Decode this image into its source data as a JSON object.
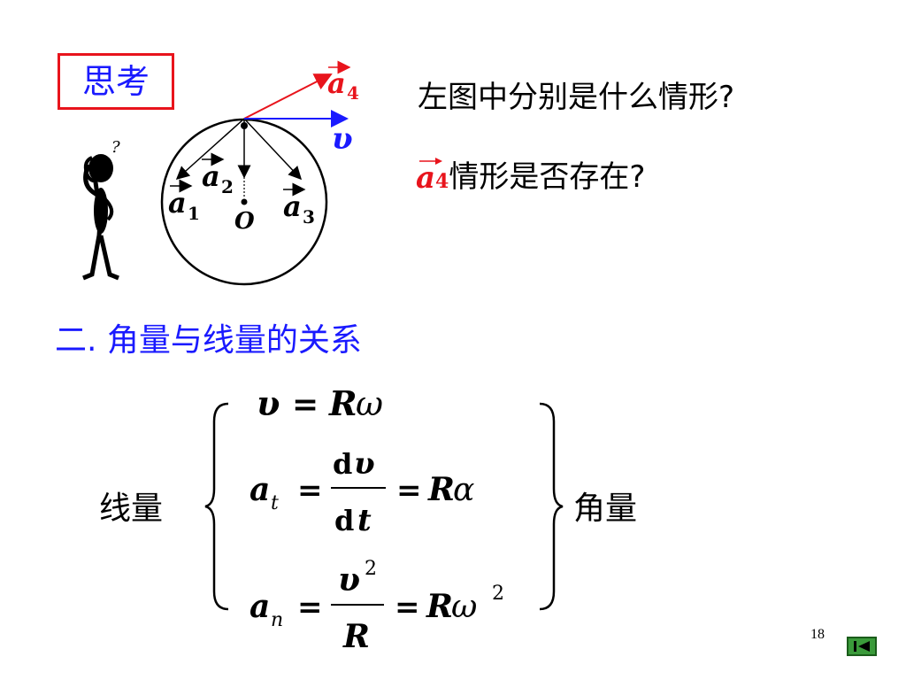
{
  "think_label": "思考",
  "question1": "左图中分别是什么情形?",
  "question2_tail": "情形是否存在?",
  "question2_symbol": "a",
  "question2_sub": "4",
  "section_title": "二. 角量与线量的关系",
  "left_label": "线量",
  "right_label": "角量",
  "page_number": "18",
  "diagram": {
    "origin_label": "O",
    "v_label": "υ",
    "a_symbol": "a",
    "a_subs": [
      "1",
      "2",
      "3",
      "4"
    ],
    "question_mark": "?"
  },
  "equations": {
    "eq1": {
      "lhs": "υ",
      "eq": "=",
      "rhs_R": "R",
      "rhs_sym": "ω"
    },
    "eq2": {
      "lhs": "a",
      "lhs_sub": "t",
      "eq": "=",
      "num_d": "d",
      "num_var": "υ",
      "den_d": "d",
      "den_var": "t",
      "eq2": "=",
      "rhs_R": "R",
      "rhs_sym": "α"
    },
    "eq3": {
      "lhs": "a",
      "lhs_sub": "n",
      "eq": "=",
      "num_var": "υ",
      "num_exp": "2",
      "den_var": "R",
      "eq2": "=",
      "rhs_R": "R",
      "rhs_sym": "ω",
      "rhs_exp": "2"
    }
  },
  "colors": {
    "accent_blue": "#1a1aff",
    "accent_red": "#e8141c",
    "nav_green": "#3a9a3a"
  }
}
